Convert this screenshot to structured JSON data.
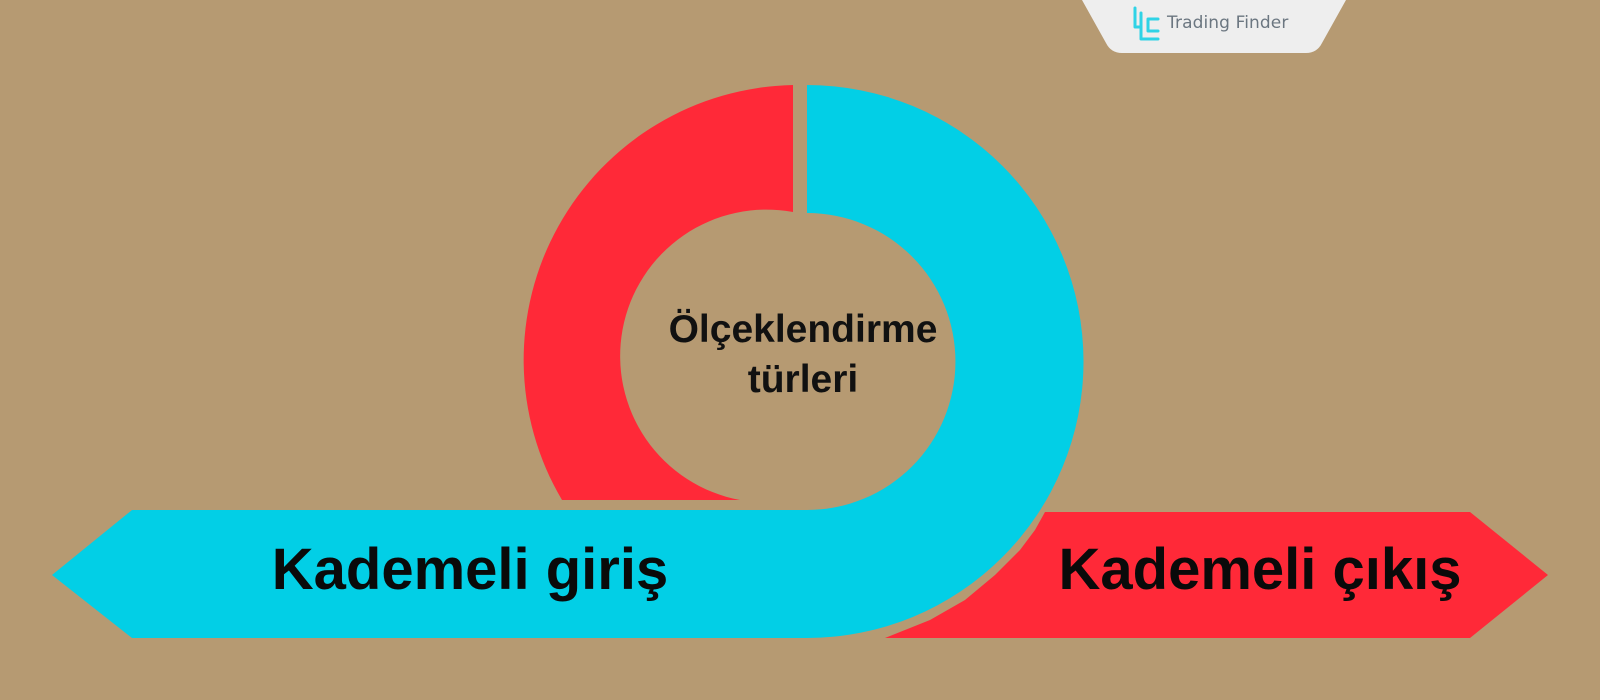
{
  "brand": {
    "name": "Trading Finder",
    "icon": "trading-finder-logo-icon",
    "tab_color": "#eeeeee",
    "icon_color": "#2fd3e6",
    "text_color": "#6b7680"
  },
  "diagram": {
    "center_title_line1": "Ölçeklendirme",
    "center_title_line2": "türleri",
    "left_label": "Kademeli giriş",
    "right_label": "Kademeli çıkış",
    "colors": {
      "background": "#b69a72",
      "red": "#ff2938",
      "cyan": "#02cfe6",
      "text": "#0a0a0a"
    }
  }
}
